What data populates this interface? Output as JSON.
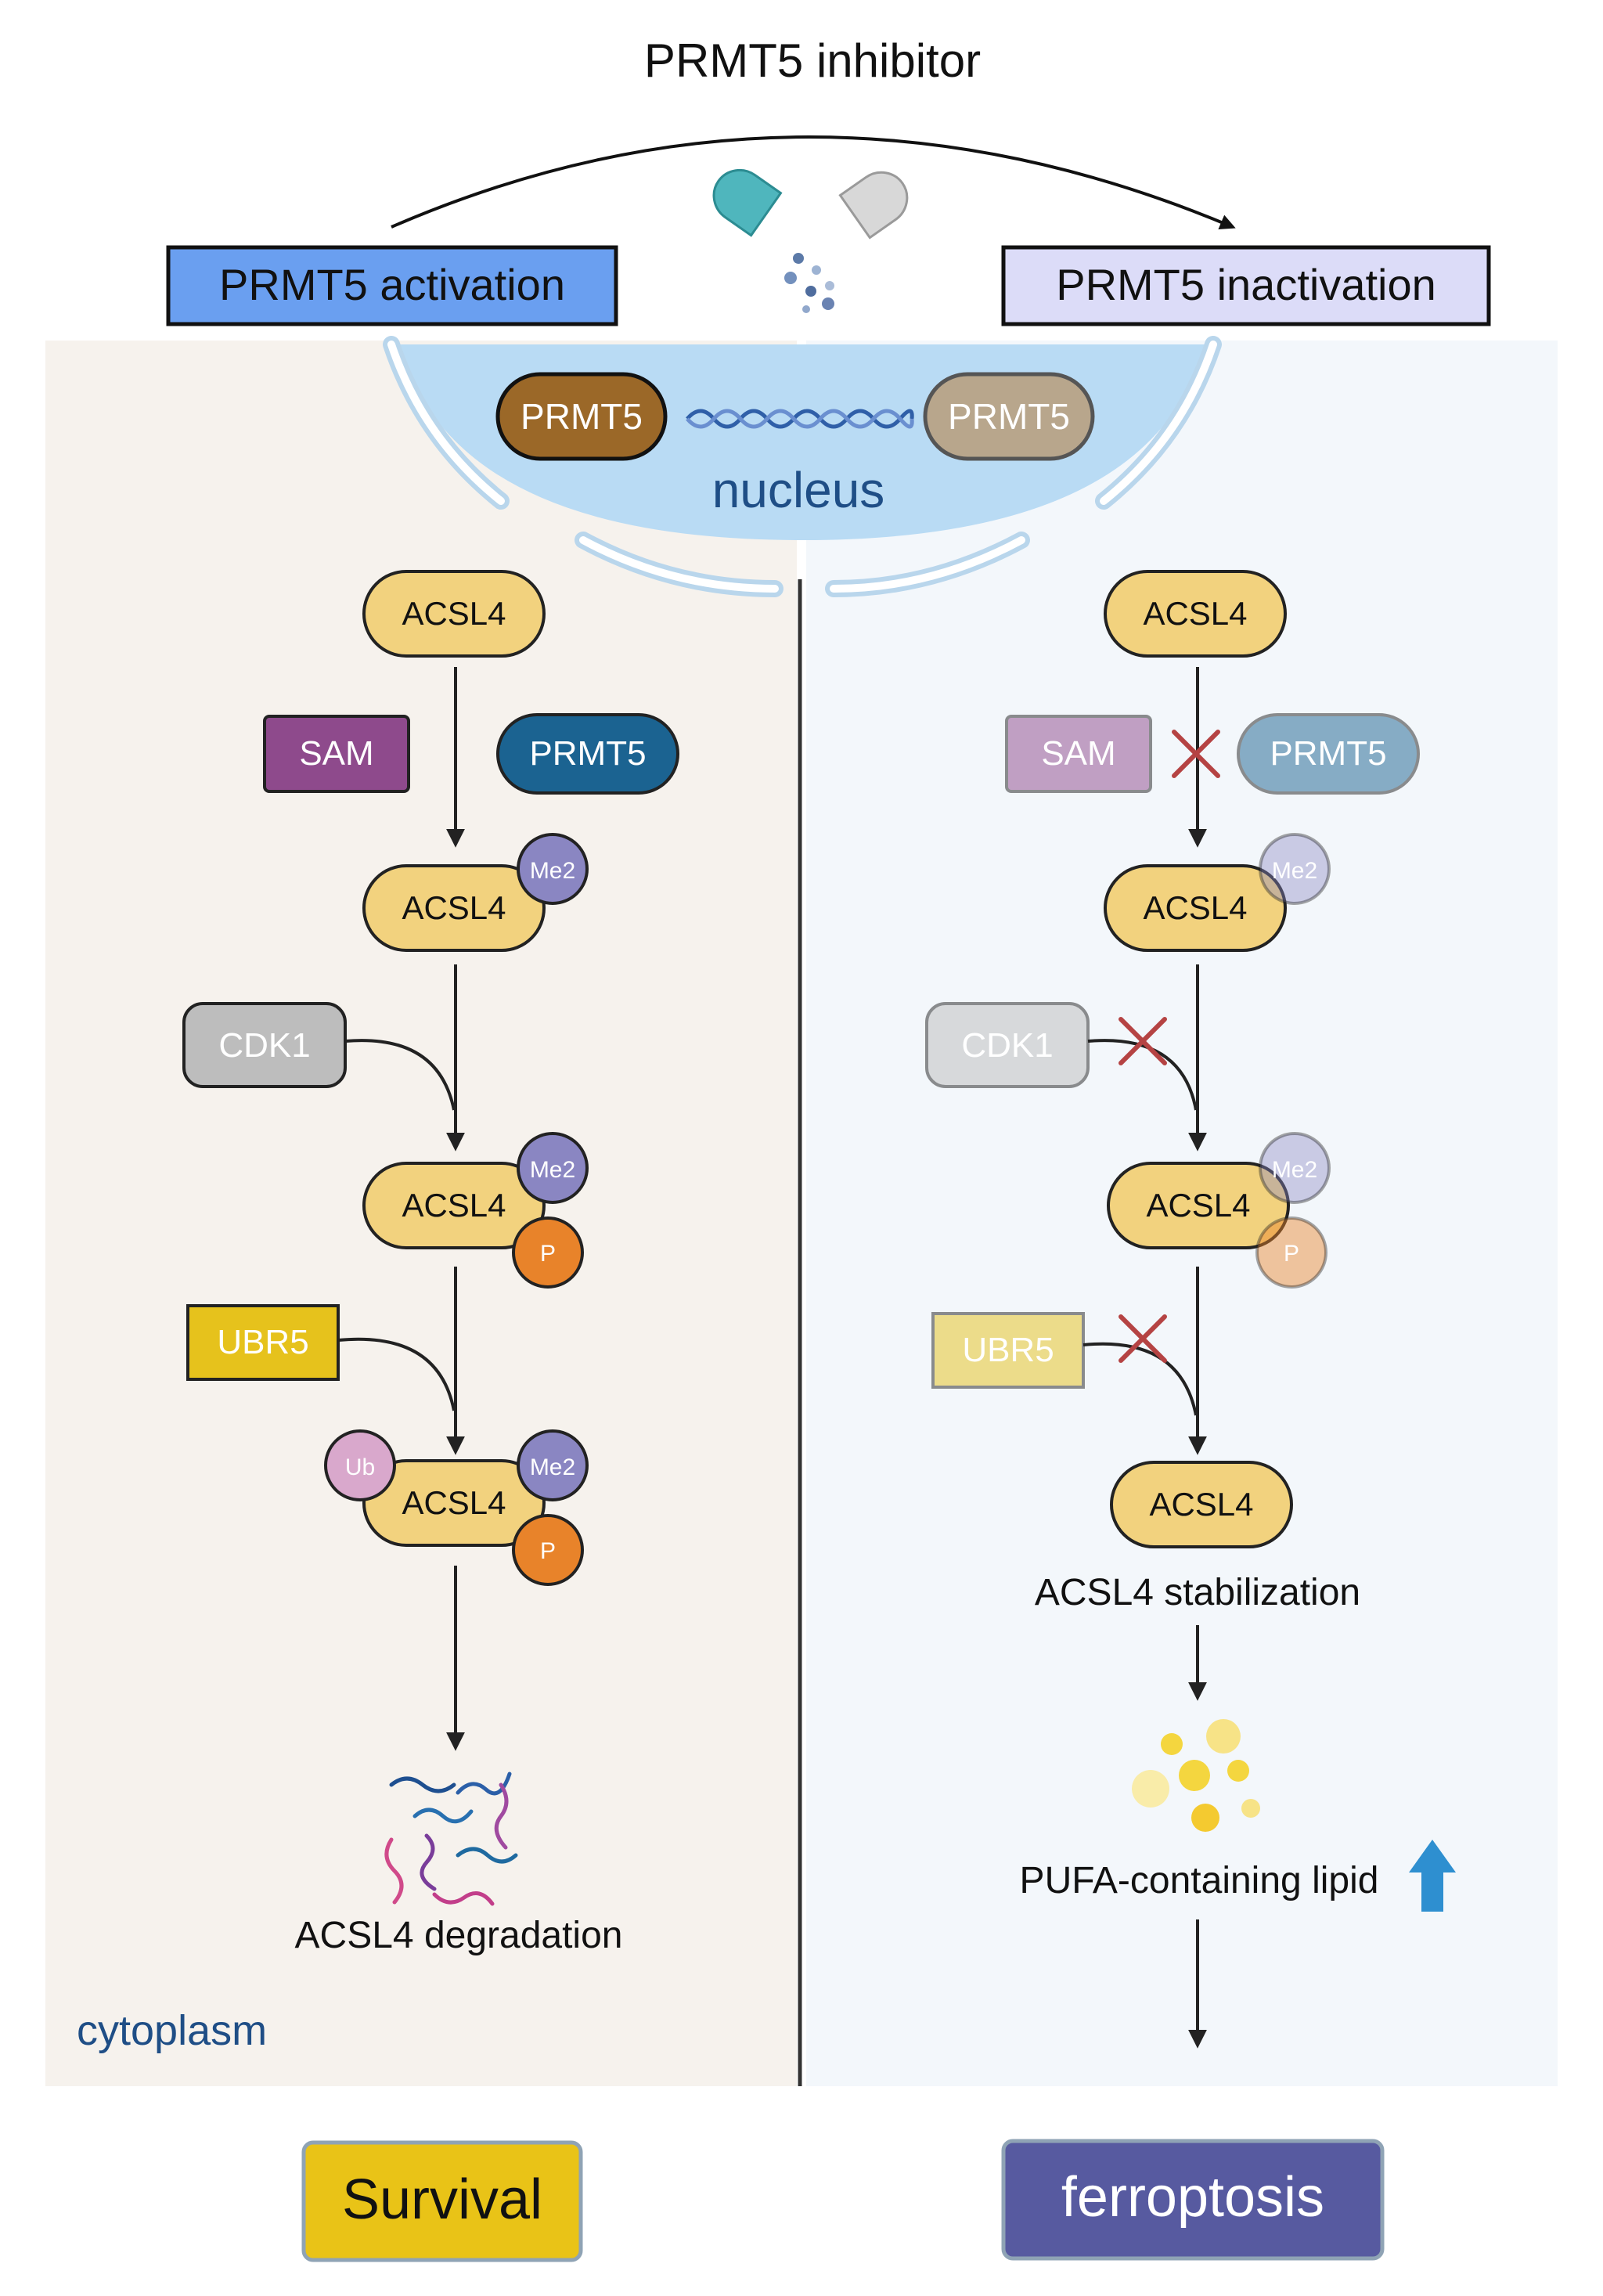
{
  "title": "PRMT5 inhibitor",
  "left_state": "PRMT5 activation",
  "right_state": "PRMT5 inactivation",
  "nucleus": {
    "label": "nucleus",
    "left_protein": "PRMT5",
    "right_protein": "PRMT5"
  },
  "cytoplasm_label": "cytoplasm",
  "left_pathway": {
    "acsl4_label": "ACSL4",
    "sam": "SAM",
    "prmt5": "PRMT5",
    "cdk1": "CDK1",
    "ubr5": "UBR5",
    "me2": "Me2",
    "p": "P",
    "ub": "Ub",
    "result": "ACSL4 degradation",
    "outcome": "Survival"
  },
  "right_pathway": {
    "acsl4_label": "ACSL4",
    "sam": "SAM",
    "prmt5": "PRMT5",
    "cdk1": "CDK1",
    "ubr5": "UBR5",
    "me2": "Me2",
    "p": "P",
    "stabilization": "ACSL4 stabilization",
    "lipid": "PUFA-containing lipid",
    "outcome": "ferroptosis"
  },
  "colors": {
    "left_panel_bg": "#f6f2ed",
    "right_panel_bg": "#f3f7fb",
    "nucleus_fill": "#b9dbf4",
    "acsl4_fill": "#f2d27e",
    "me2_fill": "#8a86c2",
    "p_fill": "#e8832a",
    "ub_fill": "#d9a8cc",
    "sam_fill": "#8e4a8c",
    "prmt5_fill": "#1b6391",
    "prmt5_nuc_left": "#9b6828",
    "prmt5_nuc_right": "#b8a68c",
    "cdk1_fill": "#bdbdbd",
    "ubr5_fill": "#e6c21c",
    "activation_fill": "#6a9ff0",
    "inactivation_fill": "#dcdcf8",
    "survival_fill": "#e9c317",
    "ferroptosis_fill": "#575aa0",
    "inhibit_cross": "#b54343",
    "up_arrow": "#2e8fd0",
    "text_blue": "#1f4e86"
  },
  "icons": [
    "capsule-icon",
    "dna-helix-icon",
    "degraded-fragments-icon",
    "lipid-droplets-icon",
    "up-arrow-icon",
    "inhibition-cross-icon"
  ]
}
